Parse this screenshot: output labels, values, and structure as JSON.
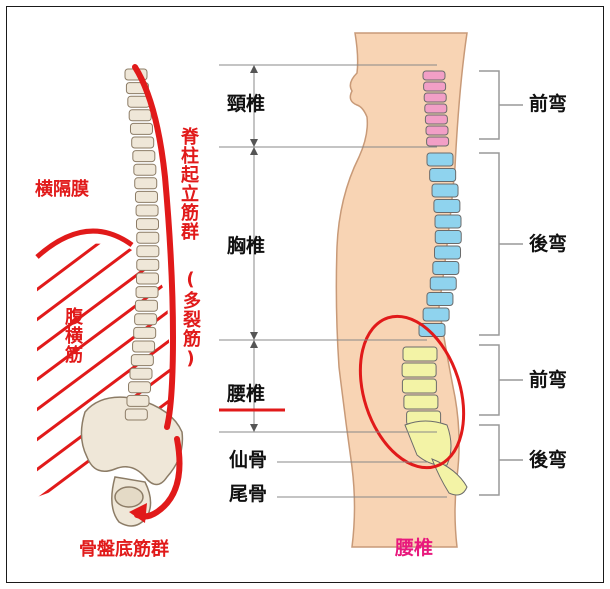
{
  "left_figure": {
    "labels": {
      "diaphragm": "横隔膜",
      "erector_spinae": "脊柱起立筋群",
      "multifidus": "(多裂筋)",
      "transversus": "腹横筋",
      "pelvic_floor": "骨盤底筋群"
    }
  },
  "right_figure": {
    "regions": {
      "cervical": "頸椎",
      "thoracic": "胸椎",
      "lumbar": "腰椎",
      "sacrum": "仙骨",
      "coccyx": "尾骨"
    },
    "curves": {
      "cervical": "前弯",
      "thoracic": "後弯",
      "lumbar": "前弯",
      "sacral": "後弯"
    },
    "caption": "腰椎"
  },
  "colors": {
    "accent_red": "#e11a1a",
    "caption_pink": "#e8197d",
    "skin": "#f8d4b4",
    "cervical_pink": "#f29fc6",
    "thoracic_blue": "#8fd3ee",
    "lumbar_yellow": "#f3f3a6",
    "bone": "#efe7d8"
  }
}
